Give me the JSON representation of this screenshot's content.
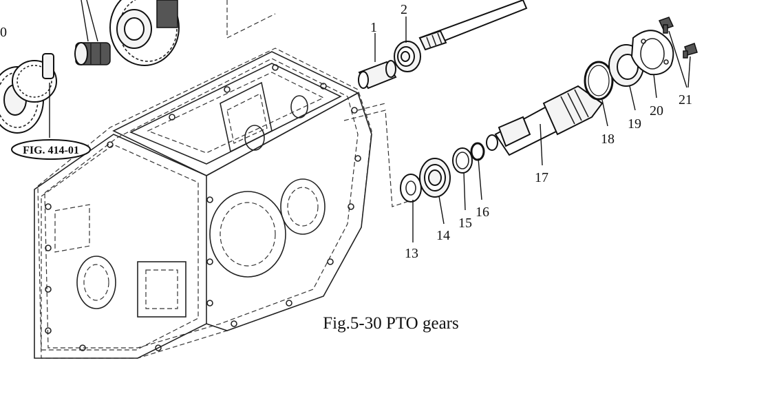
{
  "figure": {
    "caption": "Fig.5-30 PTO gears",
    "reference_tag": "FIG. 414-01",
    "partial_callout": "0",
    "callouts": [
      "1",
      "2",
      "13",
      "14",
      "15",
      "16",
      "17",
      "18",
      "19",
      "20",
      "21"
    ]
  }
}
